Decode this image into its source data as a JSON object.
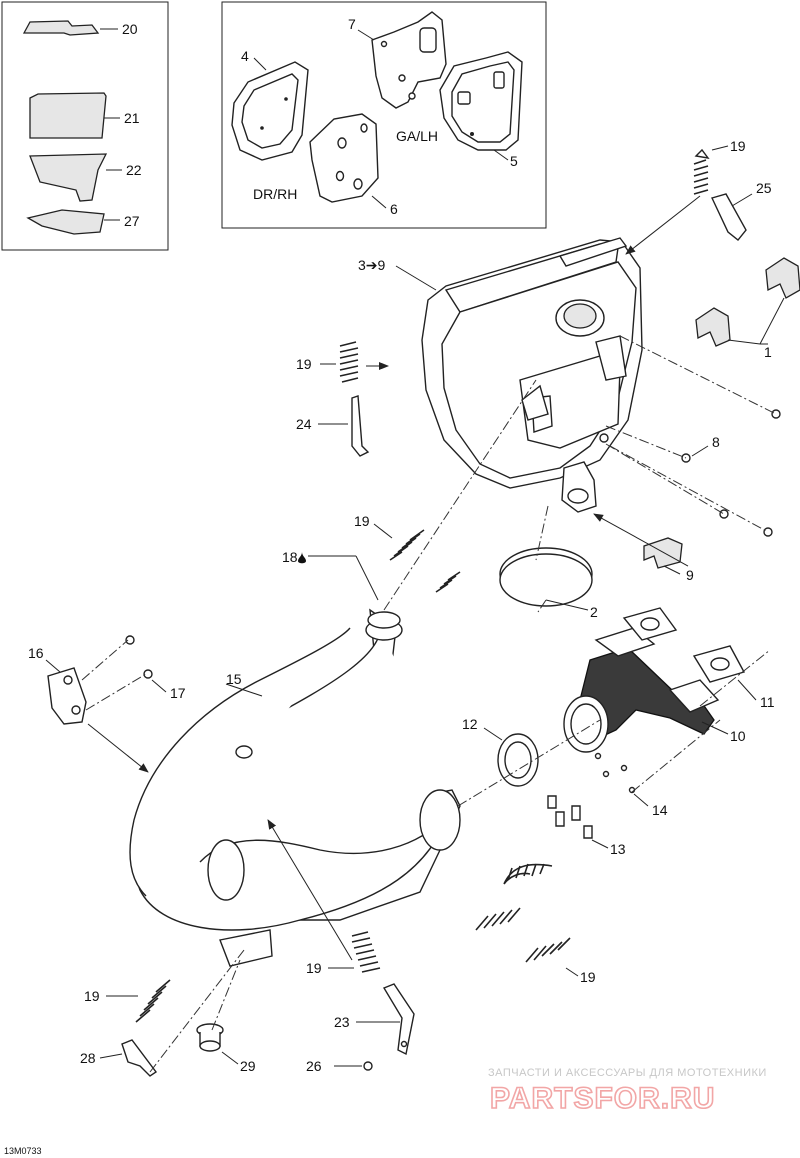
{
  "diagram": {
    "code": "13M0733",
    "side_labels": {
      "rh": "DR/RH",
      "lh": "GA/LH"
    },
    "callouts": {
      "c1": "1",
      "c2": "2",
      "c3": "3➔9",
      "c4": "4",
      "c5": "5",
      "c6": "6",
      "c7": "7",
      "c8": "8",
      "c9": "9",
      "c10": "10",
      "c11": "11",
      "c12": "12",
      "c13": "13",
      "c14": "14",
      "c15": "15",
      "c16": "16",
      "c17": "17",
      "c18": "18",
      "c19a": "19",
      "c19b": "19",
      "c19c": "19",
      "c19d": "19",
      "c19e": "19",
      "c19f": "19",
      "c20": "20",
      "c21": "21",
      "c22": "22",
      "c23": "23",
      "c24": "24",
      "c25": "25",
      "c26": "26",
      "c27": "27",
      "c28": "28",
      "c29": "29"
    }
  },
  "watermark": {
    "tagline": "ЗАПЧАСТИ И АКСЕССУАРЫ ДЛЯ МОТОТЕХНИКИ",
    "brand": "PARTSFOR.RU"
  }
}
